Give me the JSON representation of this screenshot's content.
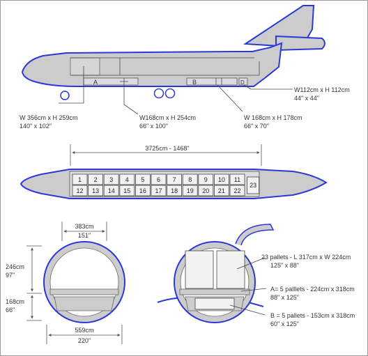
{
  "side_view": {
    "hold_a_label": "A",
    "hold_b_label": "B",
    "hold_d_label": "D",
    "door_main": {
      "metric": "W 356cm x H 259cm",
      "imperial": "140\" x 102\""
    },
    "door_lower_fwd": {
      "metric": "W168cm x H 254cm",
      "imperial": "66\" x 100\""
    },
    "door_lower_aft": {
      "metric": "W 168cm x H 178cm",
      "imperial": "66\" x 70\""
    },
    "door_bulk": {
      "metric": "W112cm x H 112cm",
      "imperial": "44\" x 44\""
    }
  },
  "top_view": {
    "length_label": "3725cm - 1468\"",
    "pallets_upper": [
      "1",
      "2",
      "3",
      "4",
      "5",
      "6",
      "7",
      "8",
      "9",
      "10",
      "11"
    ],
    "pallets_lower": [
      "12",
      "13",
      "14",
      "15",
      "16",
      "17",
      "18",
      "19",
      "20",
      "21",
      "22"
    ],
    "pallet_last": "23"
  },
  "section_left": {
    "width_top": {
      "metric": "383cm",
      "imperial": "151\""
    },
    "height_main": {
      "metric": "246cm",
      "imperial": "97\""
    },
    "height_lower": {
      "metric": "168cm",
      "imperial": "66\""
    },
    "width_bottom": {
      "metric": "559cm",
      "imperial": "220\""
    }
  },
  "section_right": {
    "pallets_main": {
      "line1": "23 pallets - L 317cm x W 224cm",
      "line2": "125\" x 88\""
    },
    "pallets_a": {
      "line1": "A= 5 palllets - 224cm x 318cm",
      "line2": "88\" x 125\""
    },
    "pallets_b": {
      "line1": "B = 5 pallets - 153cm x 318cm",
      "line2": "60\" x 125\""
    }
  },
  "colors": {
    "outline": "#2a39d6",
    "fuselage": "#cccccc"
  }
}
